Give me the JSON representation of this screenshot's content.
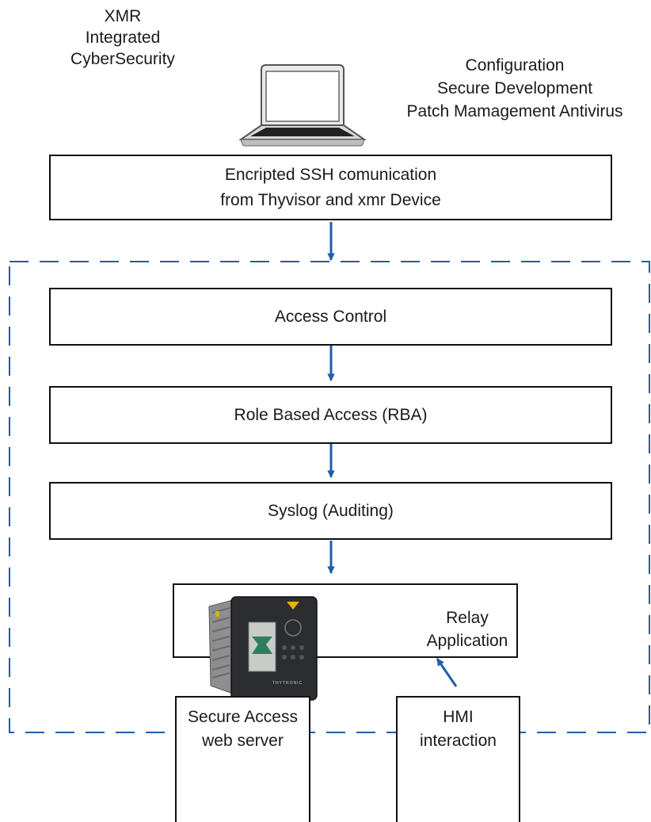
{
  "header": {
    "left_lines": [
      "XMR",
      "Integrated",
      "CyberSecurity"
    ],
    "right_lines": [
      "Configuration",
      "Secure Development",
      "Patch Mamagement Antivirus"
    ]
  },
  "boxes": {
    "ssh": [
      "Encripted SSH comunication",
      "from Thyvisor and xmr Device"
    ],
    "access_control": "Access Control",
    "rba": "Role Based Access (RBA)",
    "syslog": "Syslog  (Auditing)",
    "relay": [
      "Relay",
      "Application"
    ]
  },
  "inputs": {
    "secure_access": [
      "Secure Access",
      "web server"
    ],
    "hmi": [
      "HMI",
      "interaction"
    ]
  },
  "device": {
    "brand": "THYTRONIC"
  },
  "icons": {
    "laptop": "laptop-icon",
    "relay": "protection-relay-device-icon"
  },
  "colors": {
    "arrow": "#1f5ea8",
    "boundary": "#1f5ea8",
    "border": "#111111"
  }
}
